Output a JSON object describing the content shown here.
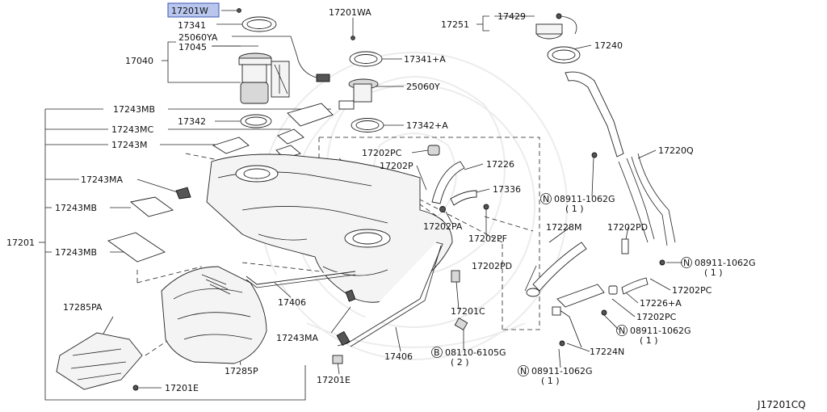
{
  "diagram_id": "J17201CQ",
  "highlighted_part": "17201W",
  "labels": {
    "p17201w": "17201W",
    "p17341": "17341",
    "p25060ya": "25060YA",
    "p17045": "17045",
    "p17040": "17040",
    "p17201wa": "17201WA",
    "p17341a": "17341+A",
    "p25060y": "25060Y",
    "p17342a": "17342+A",
    "p17243mb_top": "17243MB",
    "p17342": "17342",
    "p17243mc": "17243MC",
    "p17243m": "17243M",
    "p17243ma_left": "17243MA",
    "p17243mb_mid": "17243MB",
    "p17201": "17201",
    "p17243mb_low": "17243MB",
    "p17285pa": "17285PA",
    "p17285p": "17285P",
    "p17201e_left": "17201E",
    "p17406_left": "17406",
    "p17243ma_low": "17243MA",
    "p17201e_low": "17201E",
    "p17406_low": "17406",
    "p17202pc_top": "17202PC",
    "p17202p": "17202P",
    "p17226": "17226",
    "p17336": "17336",
    "p17202pa": "17202PA",
    "p17202pf": "17202PF",
    "p17202pd_mid": "17202PD",
    "p17201c": "17201C",
    "p08110": "08110-6105G",
    "p08110_qty": "( 2 )",
    "p17429": "17429",
    "p17251": "17251",
    "p17240": "17240",
    "p17220q": "17220Q",
    "pn08911_a": "08911-1062G",
    "pn08911_a_qty": "( 1 )",
    "p17228m": "17228M",
    "p17202pd_right": "17202PD",
    "pn08911_b": "08911-1062G",
    "pn08911_b_qty": "( 1 )",
    "p17202pc_right": "17202PC",
    "p17226a": "17226+A",
    "p17202pc_low": "17202PC",
    "pn08911_c": "08911-1062G",
    "pn08911_c_qty": "( 1 )",
    "p17224n": "17224N",
    "pn08911_d": "08911-1062G",
    "pn08911_d_qty": "( 1 )",
    "n_mark": "N",
    "b_mark": "B"
  }
}
